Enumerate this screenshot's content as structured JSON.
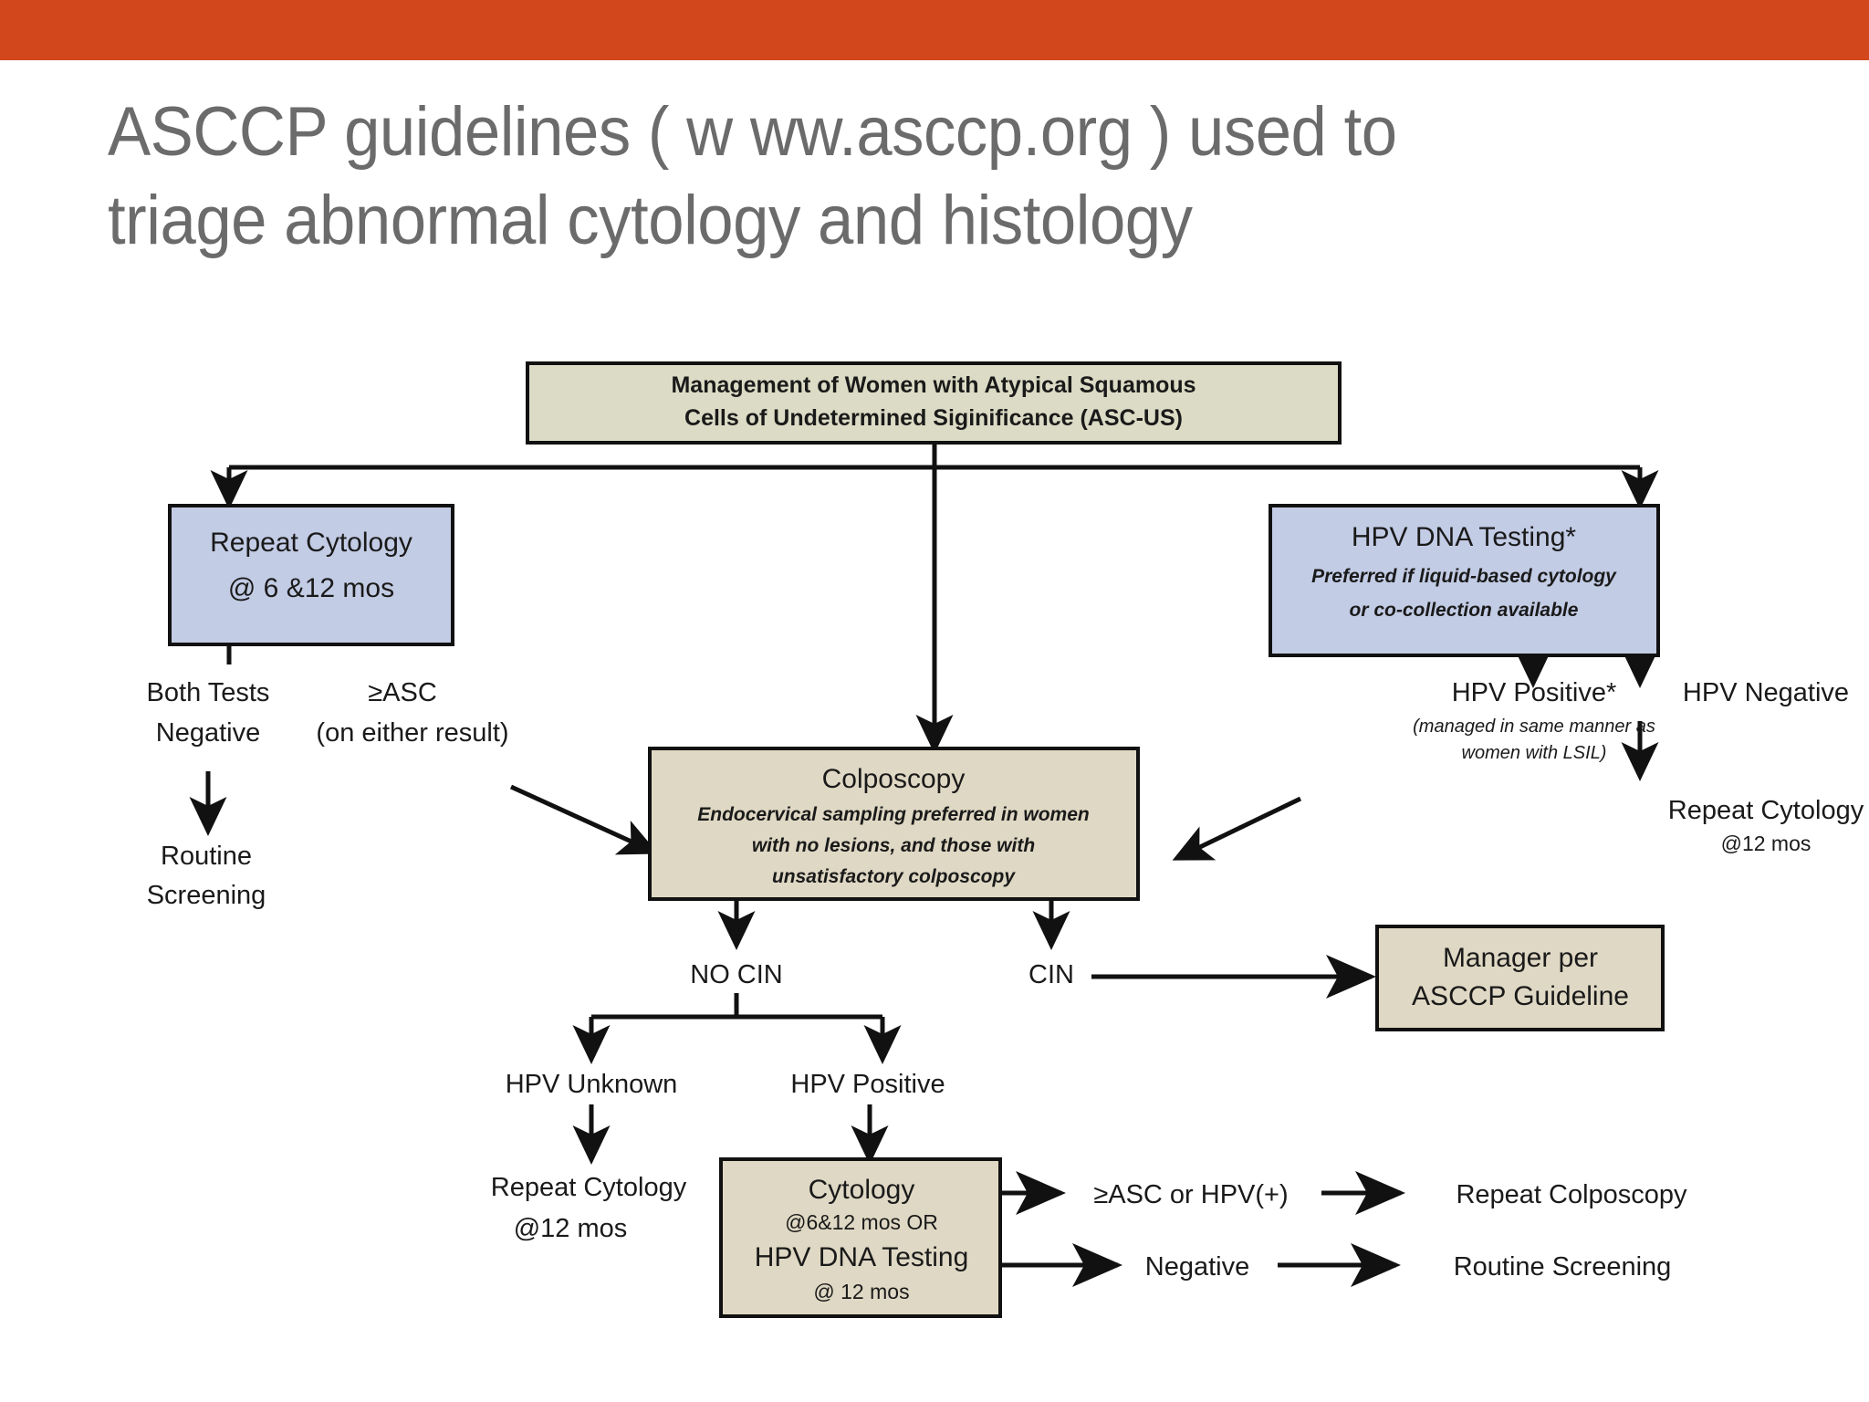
{
  "slide": {
    "top_bar_color": "#D2481C",
    "title_color": "#6B6B6B",
    "title_line1": "ASCCP guidelines ( w ww.asccp.org ) used to",
    "title_line2": "triage abnormal cytology and histology"
  },
  "colors": {
    "olive_box": "#DCDCC6",
    "blue_box": "#C3CCE5",
    "tan_box": "#DFD8C4",
    "line": "#111111",
    "text": "#1a1a1a"
  },
  "diagram": {
    "root": {
      "line1": "Management of Women with Atypical Squamous",
      "line2": "Cells of Undetermined Siginificance (ASC-US)"
    },
    "repeat_cytology_box": {
      "line1": "Repeat Cytology",
      "line2": "@ 6 &12 mos"
    },
    "hpv_dna_testing_box": {
      "line1": "HPV DNA Testing*",
      "line2": "Preferred if liquid-based cytology",
      "line3": "or co-collection available"
    },
    "both_tests_negative": {
      "line1": "Both Tests",
      "line2": "Negative"
    },
    "asc_either": {
      "line1": "≥ASC",
      "line2": "(on either result)"
    },
    "routine_screening_left": {
      "line1": "Routine",
      "line2": "Screening"
    },
    "colposcopy_box": {
      "line1": "Colposcopy",
      "line2": "Endocervical sampling preferred in women",
      "line3": "with no lesions, and those with",
      "line4": "unsatisfactory colposcopy"
    },
    "hpv_positive": {
      "line1": "HPV Positive*",
      "line2": "(managed in same manner as",
      "line3": "women with LSIL)"
    },
    "hpv_negative": {
      "line1": "HPV Negative"
    },
    "repeat_cytology_right": {
      "line1": "Repeat Cytology",
      "line2": "@12 mos"
    },
    "no_cin": "NO CIN",
    "cin": "CIN",
    "manager_box": {
      "line1": "Manager per",
      "line2": "ASCCP Guideline"
    },
    "hpv_unknown": "HPV Unknown",
    "hpv_positive_lower": "HPV Positive",
    "repeat_cytology_bottom": {
      "line1": "Repeat Cytology",
      "line2": "@12 mos"
    },
    "cytology_box": {
      "line1": "Cytology",
      "line2": "@6&12 mos OR",
      "line3": "HPV DNA Testing",
      "line4": "@ 12 mos"
    },
    "asc_or_hpv_pos": "≥ASC or HPV(+)",
    "repeat_colposcopy": "Repeat Colposcopy",
    "negative": "Negative",
    "routine_screening_bottom": "Routine Screening"
  }
}
